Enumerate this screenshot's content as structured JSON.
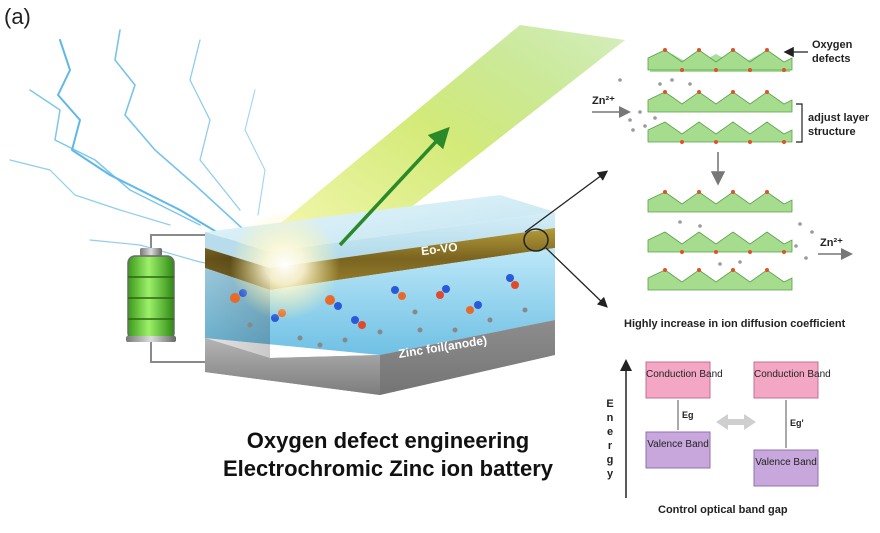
{
  "panel_label": "(a)",
  "title_line1": "Oxygen defect engineering",
  "title_line2": "Electrochromic Zinc ion battery",
  "layers": {
    "cathode": "Eo-VO",
    "anode": "Zinc foil(anode)"
  },
  "labels": {
    "oxygen_defects_1": "Oxygen",
    "oxygen_defects_2": "defects",
    "adjust_layer_1": "adjust layer",
    "adjust_layer_2": "structure",
    "zn_in": "Zn²⁺",
    "zn_out": "Zn²⁺",
    "diffusion_caption": "Highly increase in ion diffusion coefficient",
    "band_caption": "Control optical band gap",
    "energy_axis": "Energy"
  },
  "band_diagram": {
    "left_conduction": "Conduction Band",
    "left_valence": "Valence Band",
    "left_gap": "Eg",
    "right_conduction": "Conduction Band",
    "right_valence": "Valence Band",
    "right_gap": "Eg'"
  },
  "colors": {
    "conduction_band": "#f4a7c4",
    "valence_band": "#c8a8dc",
    "electrolyte": "#8fd3f0",
    "cathode_layer": "#8a7a2a",
    "zinc_foil": "#9a9a9a",
    "light_beam": "#c8e85a"
  }
}
